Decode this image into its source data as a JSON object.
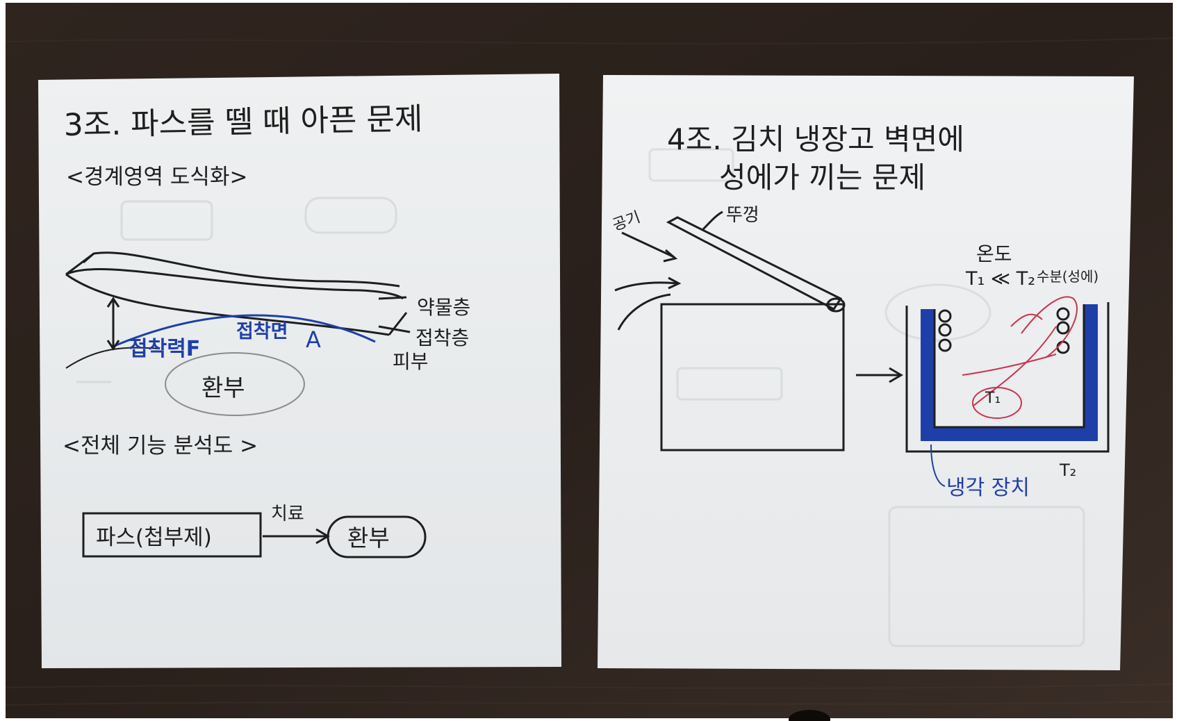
{
  "colors": {
    "table_wood": "#2b211c",
    "paper": "#eceeef",
    "ink": "#1e1e1e",
    "blue_ink": "#1f3fa8",
    "pink_ink": "#c8344f"
  },
  "left_sheet": {
    "title": "3조. 파스를 뗄 때 아픈 문제",
    "section1_heading": "<경계영역 도식화>",
    "layer_drug": "약물층",
    "layer_adhesive": "접착층",
    "layer_skin": "피부",
    "adhesion_force": "접착력F",
    "adhesion_surface": "접착면",
    "area_symbol": "A",
    "affected_area": "환부",
    "section2_heading": "<전체 기능 분석도 >",
    "box_patch": "파스(첩부제)",
    "arrow_label": "치료",
    "box_target": "환부"
  },
  "right_sheet": {
    "title_line1": "4조. 김치 냉장고 벽면에",
    "title_line2": "성에가 끼는 문제",
    "lid_label": "뚜껑",
    "air_label": "공기",
    "temperature_label": "온도",
    "temperature_relation": "T₁ ≪ T₂",
    "moisture_label": "수분(성에)",
    "t1_label": "T₁",
    "t2_label": "T₂",
    "cooling_device": "냉각 장치"
  }
}
